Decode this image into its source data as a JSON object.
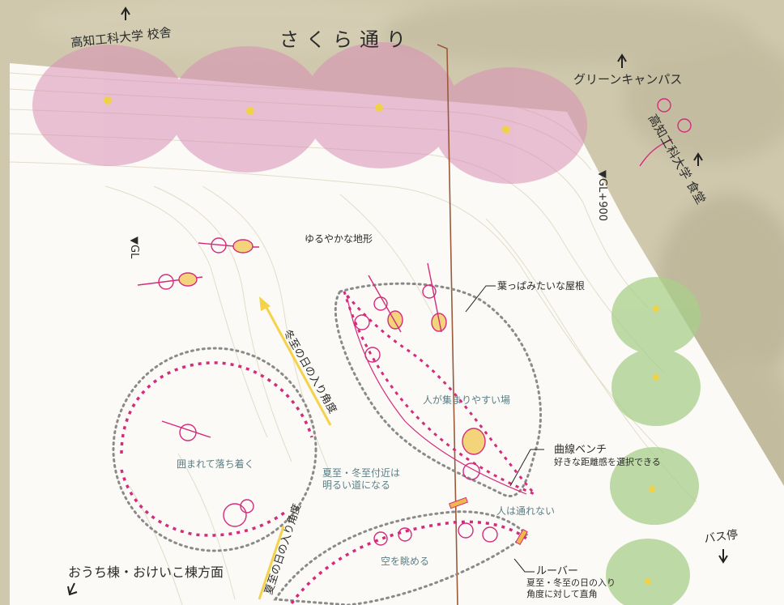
{
  "street": "さくら通り",
  "labels": {
    "university_building": "高知工科大学 校舎",
    "green_campus": "グリーンキャンパス",
    "cafeteria": "高知工科大学 食堂",
    "gl": "▼GL",
    "gl900": "▼GL+900",
    "gentle_terrain": "ゆるやかな地形",
    "leaf_roof": "葉っぱみたいな屋根",
    "winter_sunset_angle": "冬至の日の入り角度",
    "summer_sunset_angle": "夏至の日の入り角度",
    "gathering_place": "人が集まりやすい場",
    "enclosed_calm": "囲まれて落ち着く",
    "bright_path_line1": "夏至・冬至付近は",
    "bright_path_line2": "明るい道になる",
    "curved_bench": "曲線ベンチ",
    "curved_bench_sub": "好きな距離感を選択できる",
    "no_passage": "人は通れない",
    "gaze_sky": "空を眺める",
    "louver": "ルーバー",
    "louver_sub1": "夏至・冬至の日の入り",
    "louver_sub2": "角度に対して直角",
    "bus_stop": "バス停",
    "ouchi_direction": "おうち棟・おけいこ棟方面"
  },
  "colors": {
    "ground": "#c9c2a6",
    "sakura": "#d98fb5",
    "green_tree": "#a9cf8a",
    "magenta": "#d42b7c",
    "dotted": "#8a8a8a",
    "brown_line": "#9a5a3a",
    "yellow_arrow": "#f4d24a",
    "zone_text": "#5b7f86"
  }
}
